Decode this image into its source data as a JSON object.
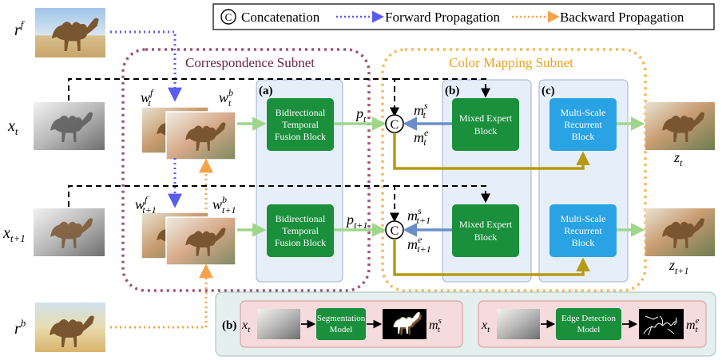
{
  "legend": {
    "concat_symbol": "C",
    "concat_label": "Concatenation",
    "forward_label": "Forward Propagation",
    "backward_label": "Backward Propagation"
  },
  "subnets": {
    "correspondence": "Correspondence Subnet",
    "color_mapping": "Color Mapping Subnet"
  },
  "panels": {
    "a": "(a)",
    "b": "(b)",
    "c": "(c)",
    "b_bottom": "(b)"
  },
  "blocks": {
    "fusion_top": [
      "Bidirectional",
      "Temporal",
      "Fusion Block"
    ],
    "fusion_bottom": [
      "Bidirectional",
      "Temporal",
      "Fusion Block"
    ],
    "expert_top": [
      "Mixed Expert",
      "Block"
    ],
    "expert_bottom": [
      "Mixed Expert",
      "Block"
    ],
    "recurrent_top": [
      "Multi-Scale",
      "Recurrent",
      "Block"
    ],
    "recurrent_bottom": [
      "Multi-Scale",
      "Recurrent",
      "Block"
    ],
    "segmentation": [
      "Segmentation",
      "Model"
    ],
    "edge": [
      "Edge Detection",
      "Model"
    ]
  },
  "labels": {
    "r_f": {
      "base": "r",
      "sup": "f"
    },
    "r_b": {
      "base": "r",
      "sup": "b"
    },
    "x_t": {
      "base": "x",
      "sub": "t"
    },
    "x_t1": {
      "base": "x",
      "sub": "t+1"
    },
    "w_f_t": {
      "base": "w",
      "sup": "f",
      "sub": "t"
    },
    "w_b_t": {
      "base": "w",
      "sup": "b",
      "sub": "t"
    },
    "w_f_t1": {
      "base": "w",
      "sup": "f",
      "sub": "t+1"
    },
    "w_b_t1": {
      "base": "w",
      "sup": "b",
      "sub": "t+1"
    },
    "p_t": {
      "base": "p",
      "sub": "t"
    },
    "p_t1": {
      "base": "p",
      "sub": "t+1"
    },
    "m_s_t": {
      "base": "m",
      "sup": "s",
      "sub": "t"
    },
    "m_e_t": {
      "base": "m",
      "sup": "e",
      "sub": "t"
    },
    "m_s_t1": {
      "base": "m",
      "sup": "s",
      "sub": "t+1"
    },
    "m_e_t1": {
      "base": "m",
      "sup": "e",
      "sub": "t+1"
    },
    "z_t": {
      "base": "z",
      "sub": "t"
    },
    "z_t1": {
      "base": "z",
      "sub": "t+1"
    },
    "x_t_seg": {
      "base": "x",
      "sub": "t"
    },
    "m_s_t_seg": {
      "base": "m",
      "sup": "s",
      "sub": "t"
    },
    "x_t_edge": {
      "base": "x",
      "sub": "t"
    },
    "m_e_t_edge": {
      "base": "m",
      "sup": "e",
      "sub": "t"
    }
  },
  "colors": {
    "block_green": "#1a8f3c",
    "block_blue": "#2aa3e4",
    "forward_arrow": "#5a5cf0",
    "backward_arrow": "#f4a34a",
    "correspondence_border": "#a0547a",
    "color_mapping_border": "#f7b85a",
    "panel_fill": "#e6eef9",
    "bottom_panel_fill": "#e5f0ee",
    "pink_panel_fill": "#f6dbdc",
    "olive_arrow": "#b59a12",
    "light_green_arrow": "#9fd68a",
    "blue_arrow": "#6b8ec8"
  }
}
